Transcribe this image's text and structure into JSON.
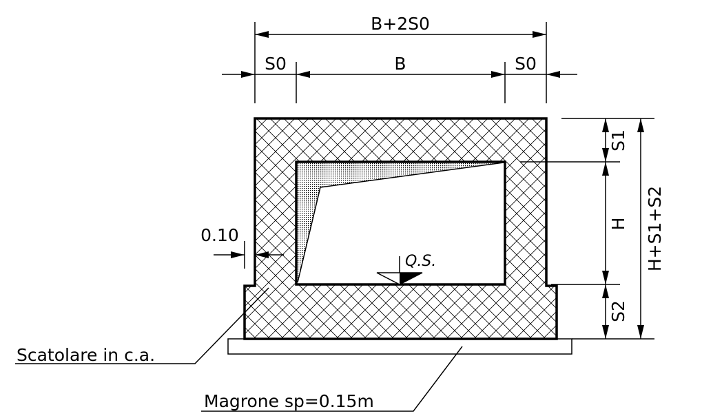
{
  "dimensions": {
    "total_width": "B+2S0",
    "wall_left": "S0",
    "inner_width": "B",
    "wall_right": "S0",
    "top_slab": "S1",
    "inner_height": "H",
    "bottom_slab": "S2",
    "total_height": "H+S1+S2",
    "step": "0.10"
  },
  "labels": {
    "water_level": "Q.S.",
    "box_culvert": "Scatolare in c.a.",
    "lean_concrete": "Magrone sp=0.15m"
  }
}
